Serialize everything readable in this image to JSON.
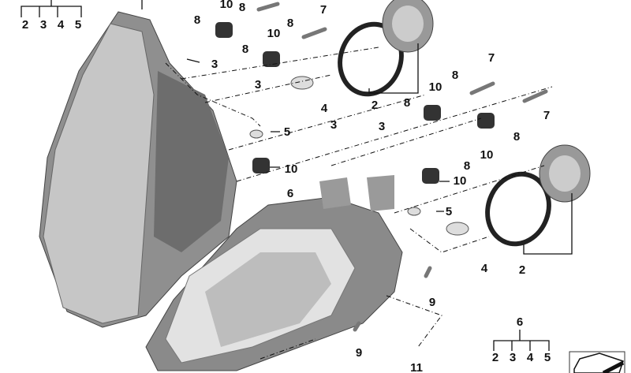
{
  "diagram": {
    "callouts": [
      "2",
      "3",
      "4",
      "5",
      "8",
      "10",
      "8",
      "7",
      "8",
      "10",
      "8",
      "3",
      "3",
      "4",
      "2",
      "10",
      "8",
      "7",
      "8",
      "10",
      "8",
      "8",
      "7",
      "3",
      "3",
      "5",
      "10",
      "10",
      "5",
      "6",
      "4",
      "2",
      "9",
      "9",
      "11",
      "6",
      "2",
      "3",
      "4",
      "5"
    ],
    "colors": {
      "part_fill": "#9a9a9a",
      "part_dark": "#555555",
      "lens": "#c8c8c8",
      "line": "#111111"
    }
  }
}
